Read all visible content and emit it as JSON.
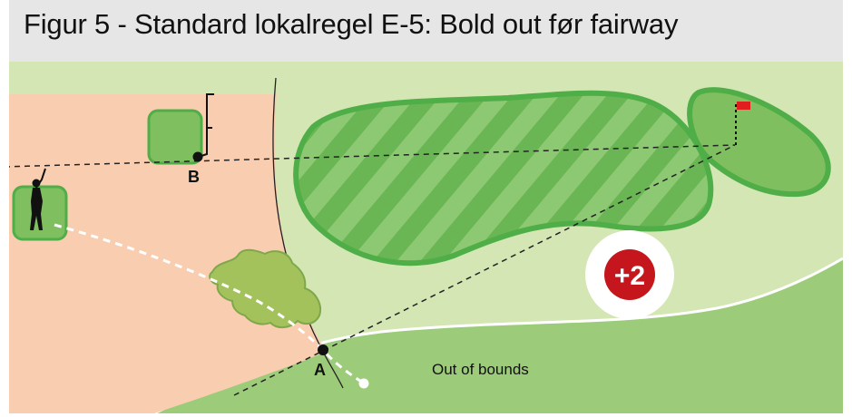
{
  "title": "Figur 5 - Standard lokalregel E-5: Bold out før fairway",
  "labels": {
    "point_a": "A",
    "point_b": "B",
    "out_of_bounds": "Out of bounds",
    "penalty": "+2"
  },
  "colors": {
    "title_bar": "#e6e6e6",
    "rough": "#d3e6b4",
    "out_of_bounds_area": "#9ccb7a",
    "penalty_zone": "#f9cdb0",
    "fairway": "#7fbb5e",
    "fairway_border": "#4fae48",
    "tee_box": "#7fbf5f",
    "bush": "#a3c25c",
    "flag": "#e01e1e",
    "penalty_badge": "#c4161c"
  },
  "icons": [
    "golfer-icon",
    "flag-icon",
    "tee-marker-icon"
  ]
}
